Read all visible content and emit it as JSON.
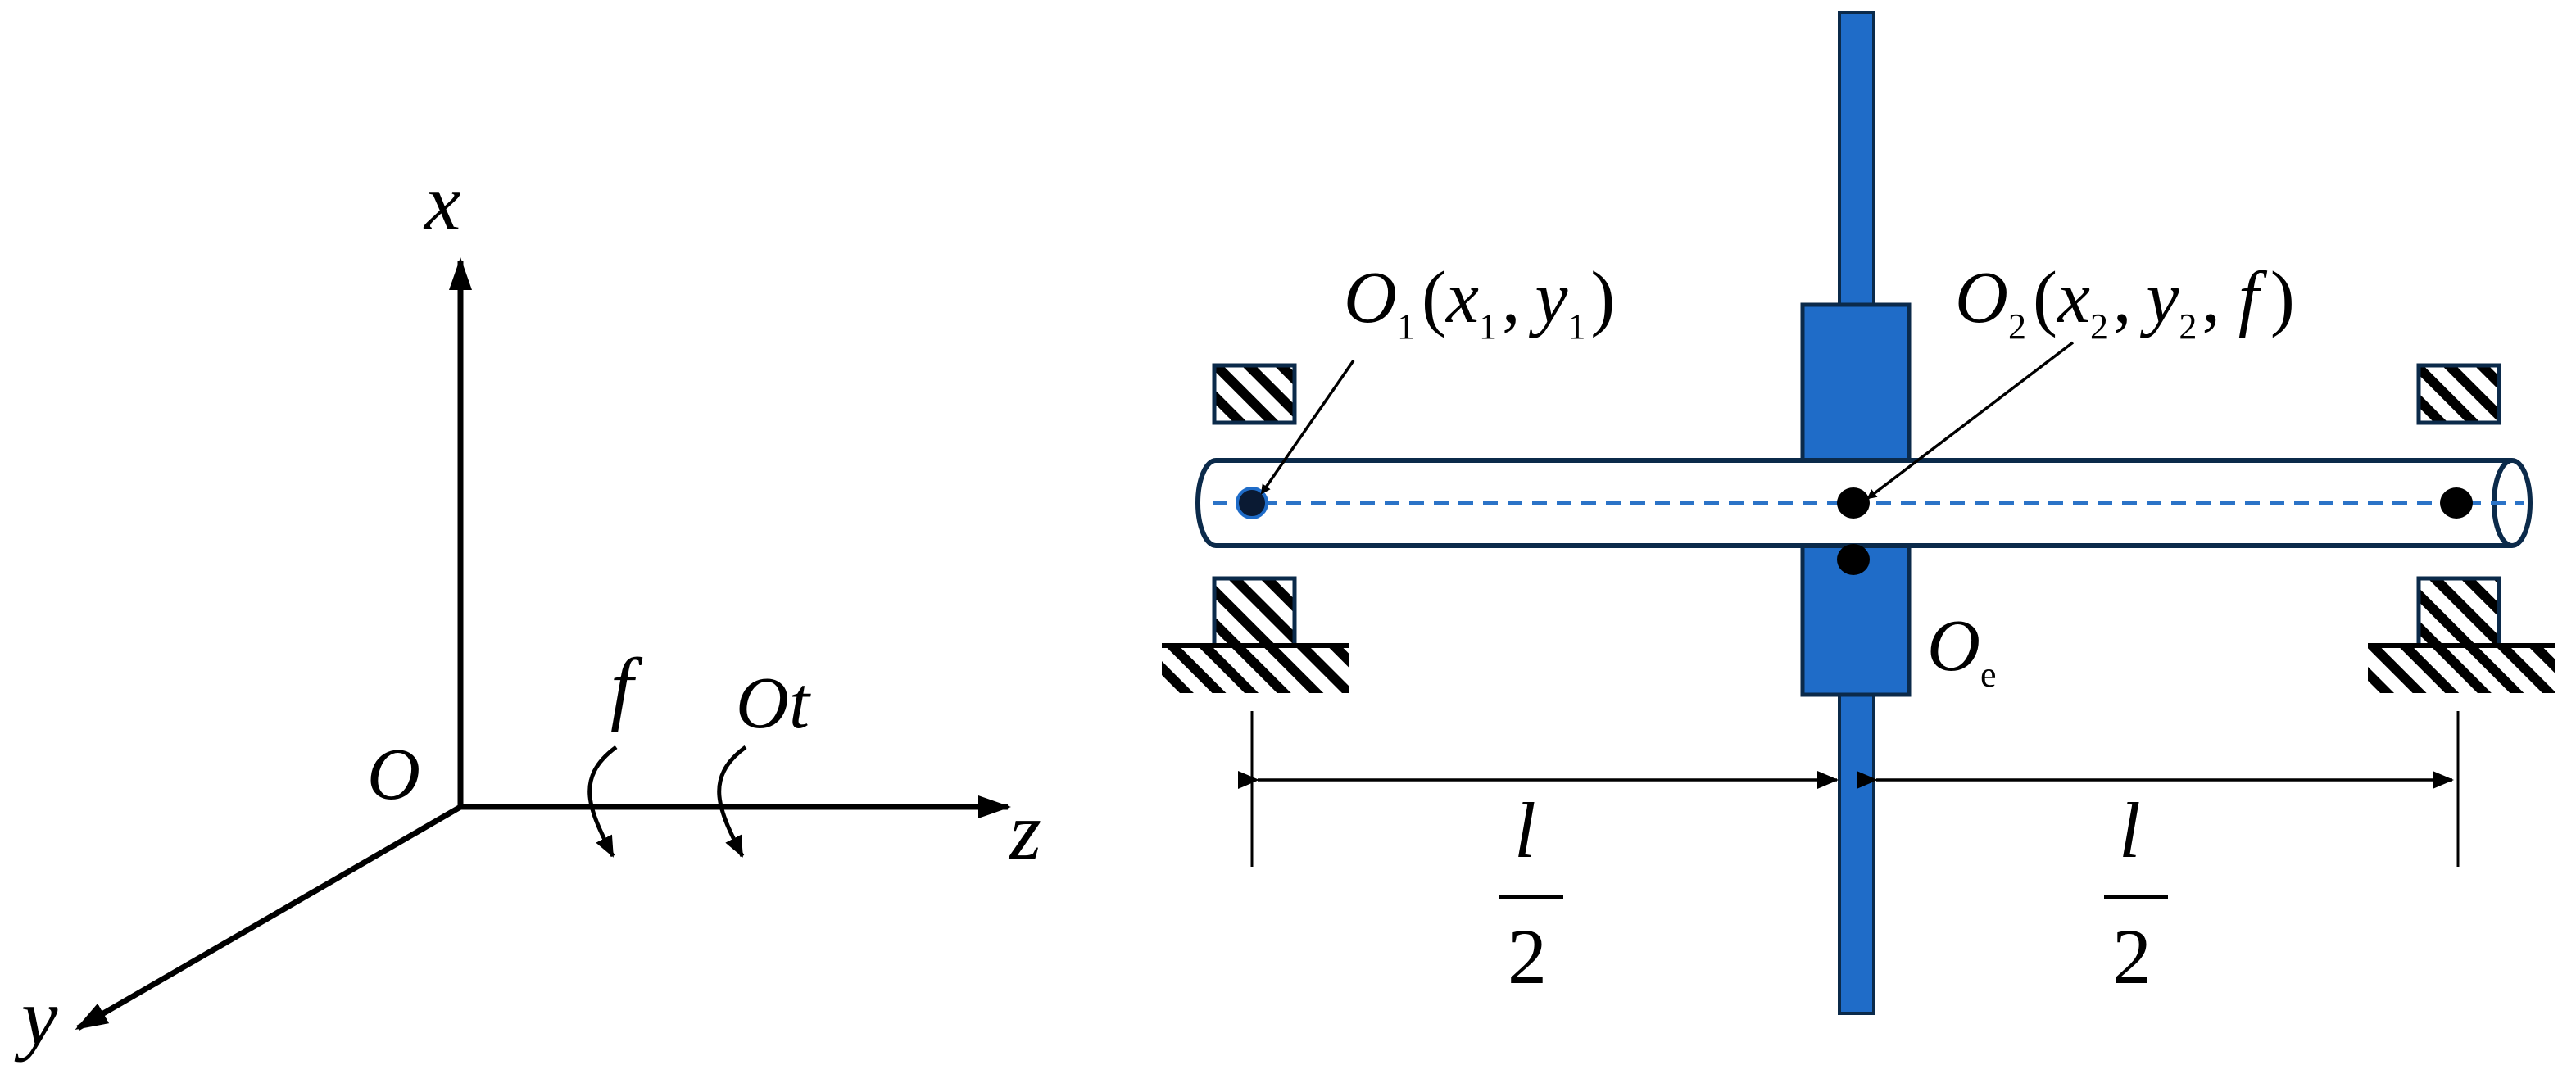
{
  "colors": {
    "shaft_fill": "#1F6CC8",
    "outline": "#0B2A4A",
    "line": "#000000",
    "dashed_center": "#2B73C7",
    "tube_fill": "#FFFFFF"
  },
  "axes": {
    "x_label": "x",
    "y_label": "y",
    "z_label": "z",
    "origin_label": "O"
  },
  "rotation": {
    "phi_label": "f",
    "omega_t_label": "Ot"
  },
  "points": {
    "o1": {
      "name": "O",
      "sub": "1",
      "open": "(",
      "x": "x",
      "x_sub": "1",
      "sep": ",",
      "y": "y",
      "y_sub": "1",
      "close": ")"
    },
    "o2": {
      "name": "O",
      "sub": "2",
      "open": "(",
      "x": "x",
      "x_sub": "2",
      "sep1": ",",
      "y": "y",
      "y_sub": "2",
      "sep2": ",",
      "f": "f",
      "close": ")"
    },
    "oe": {
      "name": "O",
      "sub": "e"
    }
  },
  "dimensions": {
    "left": {
      "numerator": "l",
      "denominator": "2"
    },
    "right": {
      "numerator": "l",
      "denominator": "2"
    }
  }
}
